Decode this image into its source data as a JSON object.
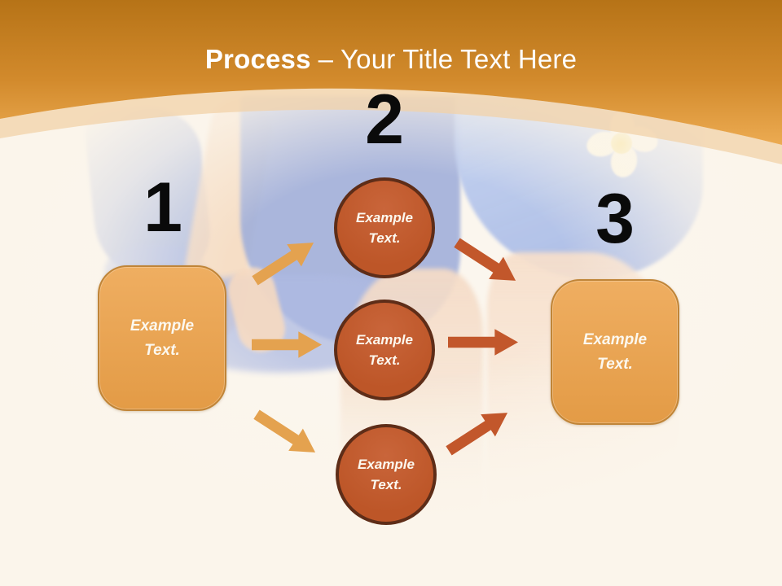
{
  "title": {
    "bold": "Process",
    "rest": "– Your Title Text Here"
  },
  "step1": {
    "number": "1",
    "box": {
      "line1": "Example",
      "line2": "Text."
    }
  },
  "step2": {
    "number": "2",
    "circles": [
      {
        "line1": "Example",
        "line2": "Text."
      },
      {
        "line1": "Example",
        "line2": "Text."
      },
      {
        "line1": "Example",
        "line2": "Text."
      }
    ]
  },
  "step3": {
    "number": "3",
    "box": {
      "line1": "Example",
      "line2": "Text."
    }
  },
  "background_photo": "Faded photo of a woman in a blue bikini holding a blue towel, white plumeria flower at her hip",
  "colors": {
    "header_top": "#B67317",
    "header_bottom": "#ECAB52",
    "header_band": "#F2D2A8",
    "background": "#FBF5EB",
    "box_fill": "#EAA757",
    "box_border": "#C08538",
    "circle_fill": "#C15B2D",
    "circle_border": "#5E2D18",
    "arrow_light": "#E4A24F",
    "arrow_dark": "#C2572B",
    "number_color": "#0A0A0A",
    "title_color": "#FFFFFF",
    "shape_text": "#FCF8EF"
  }
}
